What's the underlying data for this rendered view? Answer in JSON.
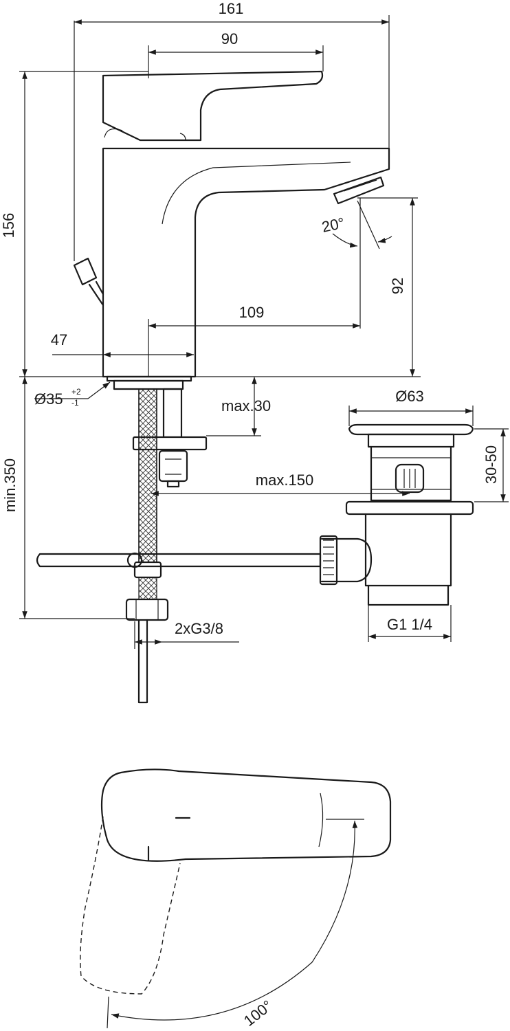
{
  "dimensions": {
    "overall_width": "161",
    "lever_reach": "90",
    "height": "156",
    "spout_height": "92",
    "spout_reach": "109",
    "body_offset": "47",
    "spray_angle": "20°",
    "hole_diameter": "Ø35",
    "hole_tol_plus": "+2",
    "hole_tol_minus": "-1",
    "deck_thickness": "max.30",
    "pipe_length": "min.350",
    "waste_distance": "max.150",
    "waste_diameter": "Ø63",
    "waste_clamp_range": "30-50",
    "waste_thread": "G1 1/4",
    "connection_thread": "2xG3/8",
    "lever_rotation": "100°"
  }
}
